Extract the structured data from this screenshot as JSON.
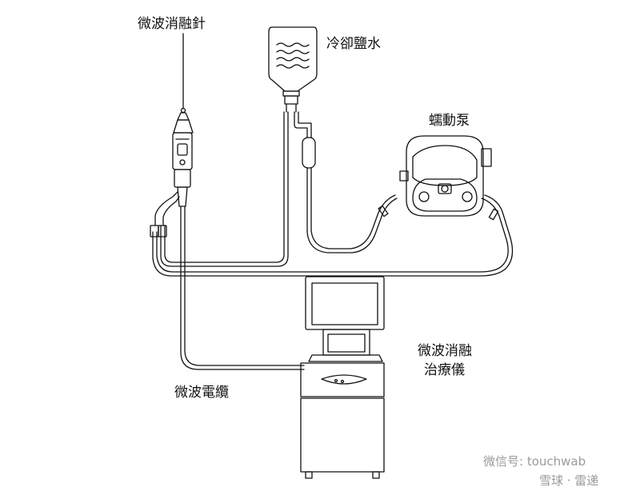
{
  "labels": {
    "needle": "微波消融針",
    "saline": "冷卻鹽水",
    "pump": "蠕動泵",
    "machine_line1": "微波消融",
    "machine_line2": "治療儀",
    "cable": "微波電纜"
  },
  "watermark": {
    "wechat": "微信号: touchwab",
    "site": "雪球 · 雷递"
  },
  "colors": {
    "line": "#111111",
    "background": "#ffffff",
    "watermark": "#9a9a9a"
  }
}
